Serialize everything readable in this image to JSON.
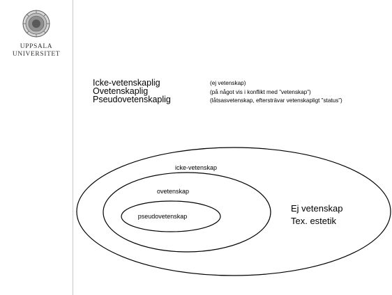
{
  "logo": {
    "line1": "UPPSALA",
    "line2": "UNIVERSITET",
    "icon": "university-seal-icon"
  },
  "terms": [
    {
      "term": "Icke-vetenskaplig",
      "note": "(ej vetenskap)"
    },
    {
      "term": "Ovetenskaplig",
      "note": "(på något vis i konflikt med ”vetenskap”)"
    },
    {
      "term": "Pseudovetenskaplig",
      "note": "(låtsasvetenskap, eftersträvar vetenskapligt ”status”)"
    }
  ],
  "diagram": {
    "outer": "icke-vetenskap",
    "middle": "ovetenskap",
    "inner": "pseudovetenskap",
    "side_line1": "Ej vetenskap",
    "side_line2": "Tex. estetik"
  }
}
